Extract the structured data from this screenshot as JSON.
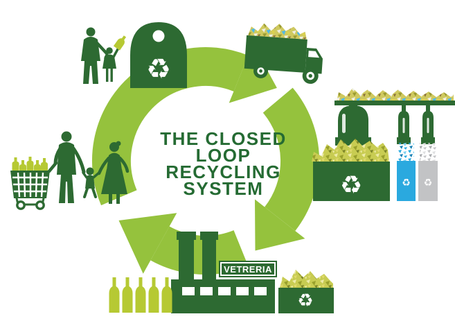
{
  "title": {
    "text": "THE CLOSED LOOP RECYCLING SYSTEM",
    "lines": [
      "THE CLOSED",
      "LOOP",
      "RECYCLING",
      "SYSTEM"
    ]
  },
  "factory_sign": {
    "label": "VETRERIA"
  },
  "icons": {
    "recycle_glyph": "♻",
    "bottle_bank_icon": "recycle-icon",
    "green_bin_icon": "recycle-icon",
    "blue_bin_icon": "recycle-icon",
    "gray_bin_icon": "recycle-icon",
    "cullet_bin_icon": "recycle-icon"
  },
  "colors": {
    "ring_green": "#95C23D",
    "dark_green": "#2D6A32",
    "title_green": "#256B33",
    "bottle_green": "#B6C933",
    "cullet_yellow": "#D9CE4E",
    "cullet_olive": "#9A9B31",
    "blue": "#2AA9DF",
    "gray": "#C2C3C5",
    "white": "#FFFFFF"
  }
}
